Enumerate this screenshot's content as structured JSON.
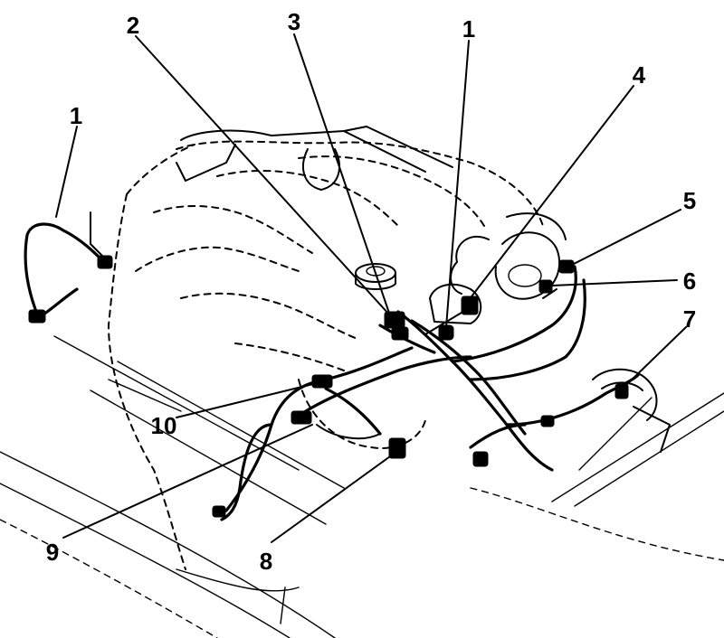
{
  "diagram": {
    "callouts": [
      {
        "id": "c1a",
        "label": "1"
      },
      {
        "id": "c2",
        "label": "2"
      },
      {
        "id": "c3",
        "label": "3"
      },
      {
        "id": "c1b",
        "label": "1"
      },
      {
        "id": "c4",
        "label": "4"
      },
      {
        "id": "c5",
        "label": "5"
      },
      {
        "id": "c6",
        "label": "6"
      },
      {
        "id": "c7",
        "label": "7"
      },
      {
        "id": "c8",
        "label": "8"
      },
      {
        "id": "c9",
        "label": "9"
      },
      {
        "id": "c10",
        "label": "10"
      }
    ]
  }
}
